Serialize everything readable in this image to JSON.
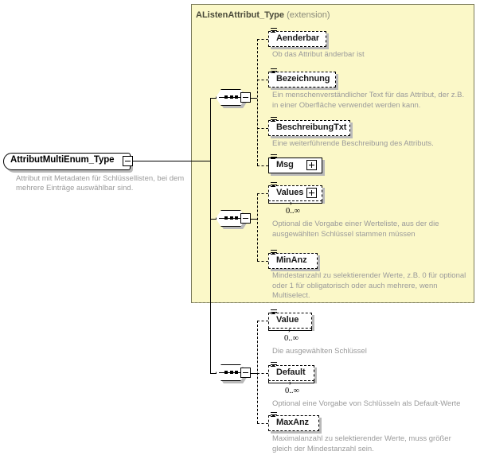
{
  "diagram": {
    "type": "xsd-schema-diagram",
    "root": {
      "name": "AttributMultiEnum_Type",
      "description": "Attribut mit Metadaten für Schlüssellisten, bei dem mehrere Einträge auswählbar sind.",
      "collapse_icon": "minus-icon"
    },
    "extension_panel": {
      "title": "AListenAttribut_Type",
      "kind": "(extension)",
      "background_color": "#fbf8c8",
      "border_color": "#9a9a7a"
    },
    "compositors": [
      {
        "id": "seq-1",
        "symbol": "sequence",
        "state": "expanded",
        "toggle_icon": "minus-icon"
      },
      {
        "id": "seq-2",
        "symbol": "sequence",
        "state": "expanded",
        "toggle_icon": "minus-icon"
      },
      {
        "id": "seq-3",
        "symbol": "sequence",
        "state": "expanded",
        "toggle_icon": "minus-icon"
      }
    ],
    "groups": [
      {
        "group_id": "inherited-group-1",
        "inside_extension": true,
        "elements": [
          {
            "name": "Aenderbar",
            "optional": true,
            "cardinality": "",
            "expandable": false,
            "description": "Ob das Attribut änderbar ist"
          },
          {
            "name": "Bezeichnung",
            "optional": true,
            "cardinality": "",
            "expandable": false,
            "description": "Ein menschenverständlicher Text für das Attribut, der z.B. in einer Oberfläche verwendet werden kann."
          },
          {
            "name": "BeschreibungTxt",
            "optional": true,
            "cardinality": "",
            "expandable": false,
            "description": "Eine weiterführende Beschreibung des Attributs."
          },
          {
            "name": "Msg",
            "optional": false,
            "cardinality": "",
            "expandable": true,
            "expand_icon": "plus-icon",
            "description": ""
          }
        ]
      },
      {
        "group_id": "inherited-group-2",
        "inside_extension": true,
        "elements": [
          {
            "name": "Values",
            "optional": true,
            "cardinality": "0..∞",
            "expandable": true,
            "expand_icon": "plus-icon",
            "repeat": true,
            "description": "Optional die Vorgabe einer Werteliste, aus der die ausgewählten Schlüssel stammen müssen"
          },
          {
            "name": "MinAnz",
            "optional": true,
            "cardinality": "",
            "expandable": false,
            "description": "Mindestanzahl zu selektierender Werte, z.B. 0 für optional oder 1 für obligatorisch oder auch mehrere, wenn Multiselect."
          }
        ]
      },
      {
        "group_id": "own-group",
        "inside_extension": false,
        "elements": [
          {
            "name": "Value",
            "optional": true,
            "cardinality": "0..∞",
            "expandable": false,
            "repeat": true,
            "description": "Die ausgewählten Schlüssel"
          },
          {
            "name": "Default",
            "optional": true,
            "cardinality": "0..∞",
            "expandable": false,
            "repeat": true,
            "description": "Optional eine Vorgabe von Schlüsseln als Default-Werte"
          },
          {
            "name": "MaxAnz",
            "optional": true,
            "cardinality": "",
            "expandable": false,
            "description": "Maximalanzahl zu selektierender Werte, muss größer gleich der Mindestanzahl sein."
          }
        ]
      }
    ]
  }
}
